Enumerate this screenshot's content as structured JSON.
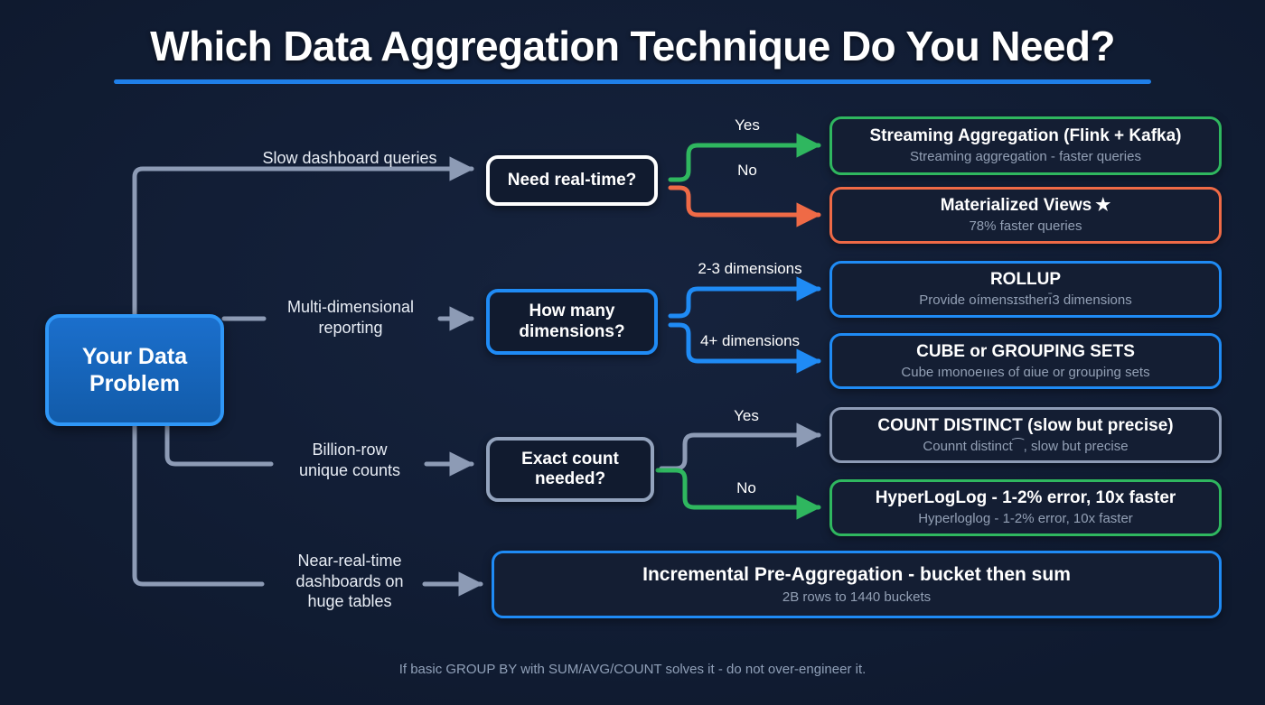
{
  "header": {
    "title": "Which Data Aggregation Technique Do You Need?",
    "underline_color": "#1f7fe8"
  },
  "footer": {
    "note": "If basic GROUP BY with SUM/AVG/COUNT solves it - do not over-engineer it."
  },
  "colors": {
    "background": "#121e36",
    "accent_blue": "#1f8bf5",
    "green": "#2fb75f",
    "orange": "#ef6a46",
    "grey": "#8d9bb5",
    "white": "#ffffff",
    "text_muted": "#93a0b5"
  },
  "start_node": {
    "label": "Your Data\nProblem"
  },
  "path_labels": {
    "slow_dashboard": "Slow dashboard queries",
    "multi_dimensional": "Multi-dimensional\nreporting",
    "billion_row": "Billion-row\nunique counts",
    "near_real_time": "Near-real-time\ndashboards on\nhuge tables"
  },
  "decisions": [
    {
      "id": "need-real-time",
      "label": "Need real-time?",
      "border": "white"
    },
    {
      "id": "how-many-dimensions",
      "label": "How many\ndimensions?",
      "border": "blue"
    },
    {
      "id": "exact-count-needed",
      "label": "Exact count\nneeded?",
      "border": "grey"
    }
  ],
  "branch_labels": {
    "realtime_yes": "Yes",
    "realtime_no": "No",
    "dims_low": "2-3 dimensions",
    "dims_high": "4+ dimensions",
    "count_yes": "Yes",
    "count_no": "No"
  },
  "outcomes": [
    {
      "id": "streaming-aggregation",
      "title": "Streaming Aggregation (Flink + Kafka)",
      "subtitle": "Streaming aggregation - faster queries",
      "border": "green",
      "starred": false
    },
    {
      "id": "materialized-views",
      "title": "Materialized Views",
      "subtitle": "78% faster queries",
      "border": "orange",
      "starred": true,
      "star": "★"
    },
    {
      "id": "rollup",
      "title": "ROLLUP",
      "subtitle": "Provide oímensɪstherı̄3 dimensions",
      "border": "blue",
      "starred": false
    },
    {
      "id": "cube-or-grouping-sets",
      "title": "CUBE or GROUPING SETS",
      "subtitle": "Cube ımonoeııes of ɑiue or grouping sets",
      "border": "blue",
      "starred": false
    },
    {
      "id": "count-distinct",
      "title": "COUNT DISTINCT (slow but precise)",
      "subtitle": "Counnt distinct⁀, slow but precise",
      "border": "grey",
      "starred": false
    },
    {
      "id": "hyperloglog",
      "title": "HyperLogLog - 1-2% error, 10x faster",
      "subtitle": "Hyperloglog - 1-2% error, 10x faster",
      "border": "green",
      "starred": false
    },
    {
      "id": "incremental-pre-aggregation",
      "title": "Incremental Pre-Aggregation - bucket then sum",
      "subtitle": "2B rows to 1440 buckets",
      "border": "blue",
      "starred": false
    }
  ]
}
